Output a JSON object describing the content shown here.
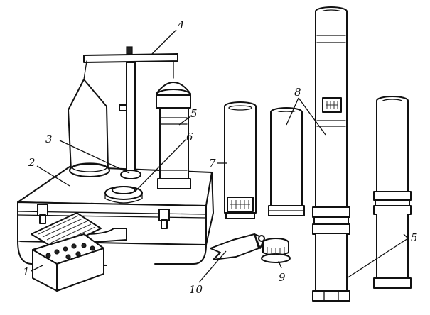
{
  "colors": {
    "ink": "#111111",
    "paper": "#ffffff"
  },
  "callouts": {
    "c1": "1",
    "c2": "2",
    "c3": "3",
    "c4": "4",
    "c5a": "5",
    "c5b": "5",
    "c6": "6",
    "c7": "7",
    "c8": "8",
    "c9": "9",
    "c10": "10"
  }
}
